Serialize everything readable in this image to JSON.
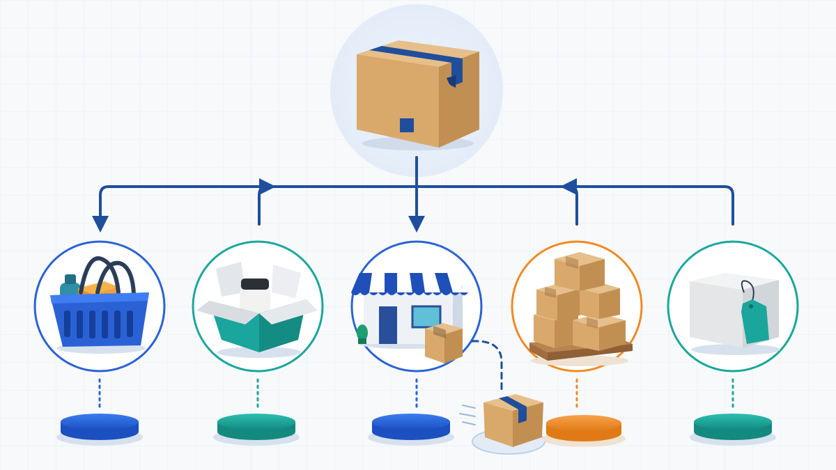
{
  "colors": {
    "background": "#f7f9fb",
    "grid": "#e9eef3",
    "connector": "#1f4e9c",
    "basket_blue": "#2a62d6",
    "teal": "#1aa69c",
    "orange": "#ef8a23",
    "cardboard": "#d9a86b",
    "tape": "#1f4e9c"
  },
  "icons": {
    "root": "cardboard-box-icon",
    "nodes": [
      "shopping-basket-icon",
      "open-box-jar-icon",
      "storefront-box-icon",
      "pallet-boxes-icon",
      "tagged-box-icon"
    ],
    "bases": [
      "blue-platform-icon",
      "teal-platform-icon",
      "blue-platform-icon",
      "orange-platform-icon",
      "teal-platform-icon"
    ]
  },
  "diagram": {
    "root": "packaging-box",
    "branches": [
      {
        "id": "retail-basket",
        "accent": "#2a62d6"
      },
      {
        "id": "open-package",
        "accent": "#1aa69c"
      },
      {
        "id": "storefront-shipping",
        "accent": "#2a62d6"
      },
      {
        "id": "palletized-bulk",
        "accent": "#ef8a23"
      },
      {
        "id": "tagged-product",
        "accent": "#1aa69c"
      }
    ]
  }
}
